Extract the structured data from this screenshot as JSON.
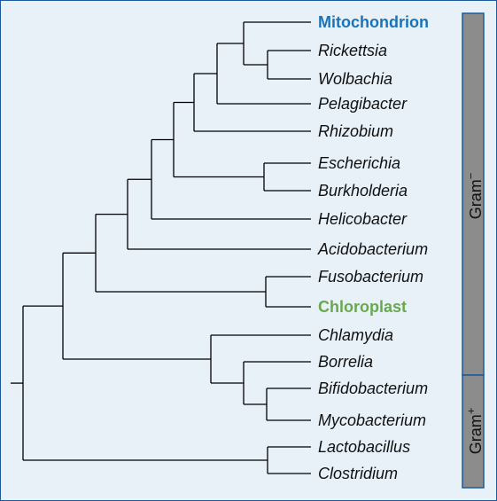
{
  "colors": {
    "background": "#e8f1f8",
    "frame_border": "#1c5a9a",
    "branch": "#000000",
    "label": "#111111",
    "mitochondrion": "#1a73b8",
    "chloroplast": "#6aa84f",
    "bar_fill": "#8c8c8c",
    "bar_border": "#1c5a9a"
  },
  "taxa": [
    {
      "id": "mitochondrion",
      "label": "Mitochondrion",
      "style": "highlight-blue"
    },
    {
      "id": "rickettsia",
      "label": "Rickettsia",
      "style": "italic"
    },
    {
      "id": "wolbachia",
      "label": "Wolbachia",
      "style": "italic"
    },
    {
      "id": "pelagibacter",
      "label": "Pelagibacter",
      "style": "italic"
    },
    {
      "id": "rhizobium",
      "label": "Rhizobium",
      "style": "italic"
    },
    {
      "id": "escherichia",
      "label": "Escherichia",
      "style": "italic"
    },
    {
      "id": "burkholderia",
      "label": "Burkholderia",
      "style": "italic"
    },
    {
      "id": "helicobacter",
      "label": "Helicobacter",
      "style": "italic"
    },
    {
      "id": "acidobacterium",
      "label": "Acidobacterium",
      "style": "italic"
    },
    {
      "id": "fusobacterium",
      "label": "Fusobacterium",
      "style": "italic"
    },
    {
      "id": "chloroplast",
      "label": "Chloroplast",
      "style": "highlight-green"
    },
    {
      "id": "chlamydia",
      "label": "Chlamydia",
      "style": "italic"
    },
    {
      "id": "borrelia",
      "label": "Borrelia",
      "style": "italic"
    },
    {
      "id": "bifidobacterium",
      "label": "Bifidobacterium",
      "style": "italic"
    },
    {
      "id": "mycobacterium",
      "label": "Mycobacterium",
      "style": "italic"
    },
    {
      "id": "lactobacillus",
      "label": "Lactobacillus",
      "style": "italic"
    },
    {
      "id": "clostridium",
      "label": "Clostridium",
      "style": "italic"
    }
  ],
  "groups": {
    "gram_negative": {
      "name": "Gram",
      "superscript": "−"
    },
    "gram_positive": {
      "name": "Gram",
      "superscript": "+"
    }
  }
}
